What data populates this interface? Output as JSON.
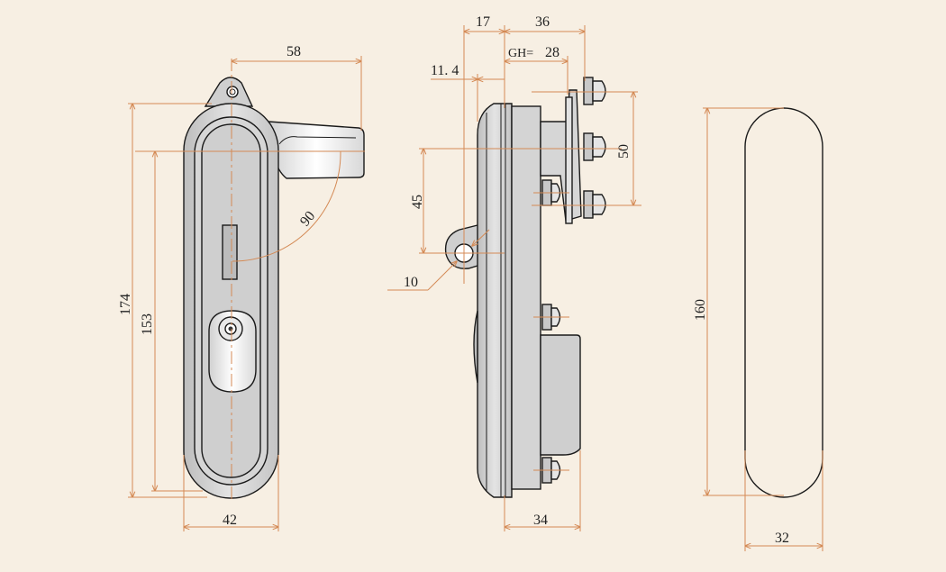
{
  "colors": {
    "background": "#f7efe3",
    "dimension_line": "#d48a55",
    "outline": "#1a1a1a",
    "metal_fill": "#d2d2d2",
    "metal_light": "#eeeeee",
    "text": "#222222"
  },
  "dimensions": {
    "front_handle_reach": "58",
    "front_overall_height": "174",
    "front_hole_spacing": "153",
    "front_width": "42",
    "rotation_angle": "90",
    "side_flange_offset": "17",
    "side_rod_offset": "36",
    "side_grip_label": "GH=",
    "side_grip_value": "28",
    "side_small_offset": "11. 4",
    "side_lug_height": "45",
    "side_lug_hole": "10",
    "side_latch_spacing": "50",
    "side_body_depth": "34",
    "cutout_height": "160",
    "cutout_width": "32"
  }
}
